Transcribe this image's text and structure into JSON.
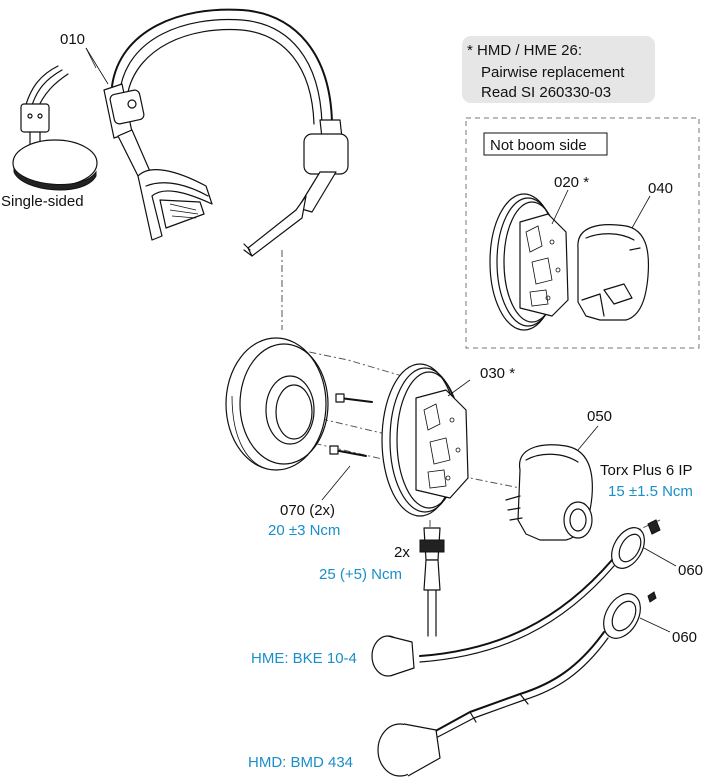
{
  "labels": {
    "part_010": "010",
    "single_sided": "Single-sided",
    "part_020": "020 *",
    "part_040": "040",
    "not_boom_side": "Not boom side",
    "part_030": "030 *",
    "part_050": "050",
    "torx": "Torx Plus 6 IP",
    "torx_torque": "15 ±1.5 Ncm",
    "part_070": "070 (2x)",
    "part_070_torque": "20 ±3 Ncm",
    "two_x": "2x",
    "connector_torque": "25 (+5) Ncm",
    "part_060_a": "060",
    "part_060_b": "060",
    "hme_boom": "HME: BKE 10-4",
    "hmd_boom": "HMD: BMD 434"
  },
  "note": {
    "line1": "* HMD / HME 26:",
    "line2": "Pairwise replacement",
    "line3": "Read SI 260330-03"
  },
  "colors": {
    "torque_blue": "#1a8fc9",
    "note_bg": "#e6e6e6",
    "line": "#111111"
  }
}
